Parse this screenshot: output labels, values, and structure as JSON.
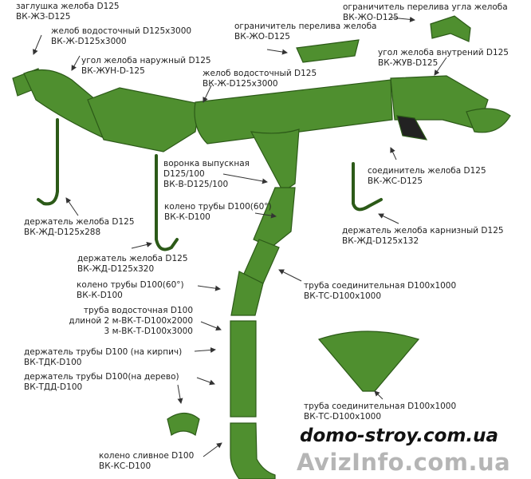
{
  "colors": {
    "part_fill": "#4f8f2f",
    "part_stroke": "#2c5a18",
    "highlight": "#7fbf55",
    "arrow": "#333333",
    "watermark": "#b5b5b5"
  },
  "labels": [
    {
      "id": "end-cap",
      "lines": [
        "заглушка желоба D125",
        "ВК-ЖЗ-D125"
      ]
    },
    {
      "id": "gutter-left",
      "lines": [
        "желоб водосточный D125x3000",
        "ВК-Ж-D125x3000"
      ]
    },
    {
      "id": "outer-corner",
      "lines": [
        "угол желоба наружный D125",
        "ВК-ЖУН-D-125"
      ]
    },
    {
      "id": "overflow-guard",
      "lines": [
        "ограничитель перелива желоба",
        "ВК-ЖО-D125"
      ]
    },
    {
      "id": "corner-overflow-guard",
      "lines": [
        "ограничитель перелива угла желоба",
        "ВК-ЖО-D125"
      ]
    },
    {
      "id": "inner-corner",
      "lines": [
        "угол желоба внутрений D125",
        "ВК-ЖУВ-D125"
      ]
    },
    {
      "id": "gutter-center",
      "lines": [
        "желоб водосточный D125",
        "ВК-Ж-D125x3000"
      ]
    },
    {
      "id": "outlet-funnel",
      "lines": [
        "воронка выпускная",
        "D125/100",
        "ВК-В-D125/100"
      ]
    },
    {
      "id": "pipe-elbow-upper",
      "lines": [
        "колено трубы D100(60°)",
        "ВК-К-D100"
      ]
    },
    {
      "id": "bracket-288",
      "lines": [
        "держатель желоба D125",
        "ВК-ЖД-D125x288"
      ]
    },
    {
      "id": "bracket-320",
      "lines": [
        "держатель желоба D125",
        "ВК-ЖД-D125x320"
      ]
    },
    {
      "id": "pipe-elbow-lower",
      "lines": [
        "колено трубы D100(60°)",
        "ВК-К-D100"
      ]
    },
    {
      "id": "downpipe",
      "lines": [
        "труба водосточная D100",
        "длиной 2 м-ВК-Т-D100x2000",
        "3 м-ВК-Т-D100x3000"
      ]
    },
    {
      "id": "pipe-clamp-brick",
      "lines": [
        "держатель трубы D100 (на кирпич)",
        "ВК-ТДК-D100"
      ]
    },
    {
      "id": "pipe-clamp-wood",
      "lines": [
        "держатель трубы D100(на дерево)",
        "ВК-ТДД-D100"
      ]
    },
    {
      "id": "drain-elbow",
      "lines": [
        "колено сливное D100",
        "ВК-КС-D100"
      ]
    },
    {
      "id": "gutter-connector",
      "lines": [
        "соединитель желоба D125",
        "ВК-ЖС-D125"
      ]
    },
    {
      "id": "eave-bracket",
      "lines": [
        "держатель желоба карнизный  D125",
        "ВК-ЖД-D125x132"
      ]
    },
    {
      "id": "connecting-pipe",
      "lines": [
        "труба соединительная D100x1000",
        "ВК-ТС-D100x1000"
      ]
    },
    {
      "id": "connecting-pipe-funnel",
      "lines": [
        "труба соединительная D100x1000",
        "ВК-ТС-D100x1000"
      ]
    }
  ],
  "watermarks": {
    "site": "domo-stroy.com.ua",
    "aviz": "AvizInfo.com.ua"
  }
}
